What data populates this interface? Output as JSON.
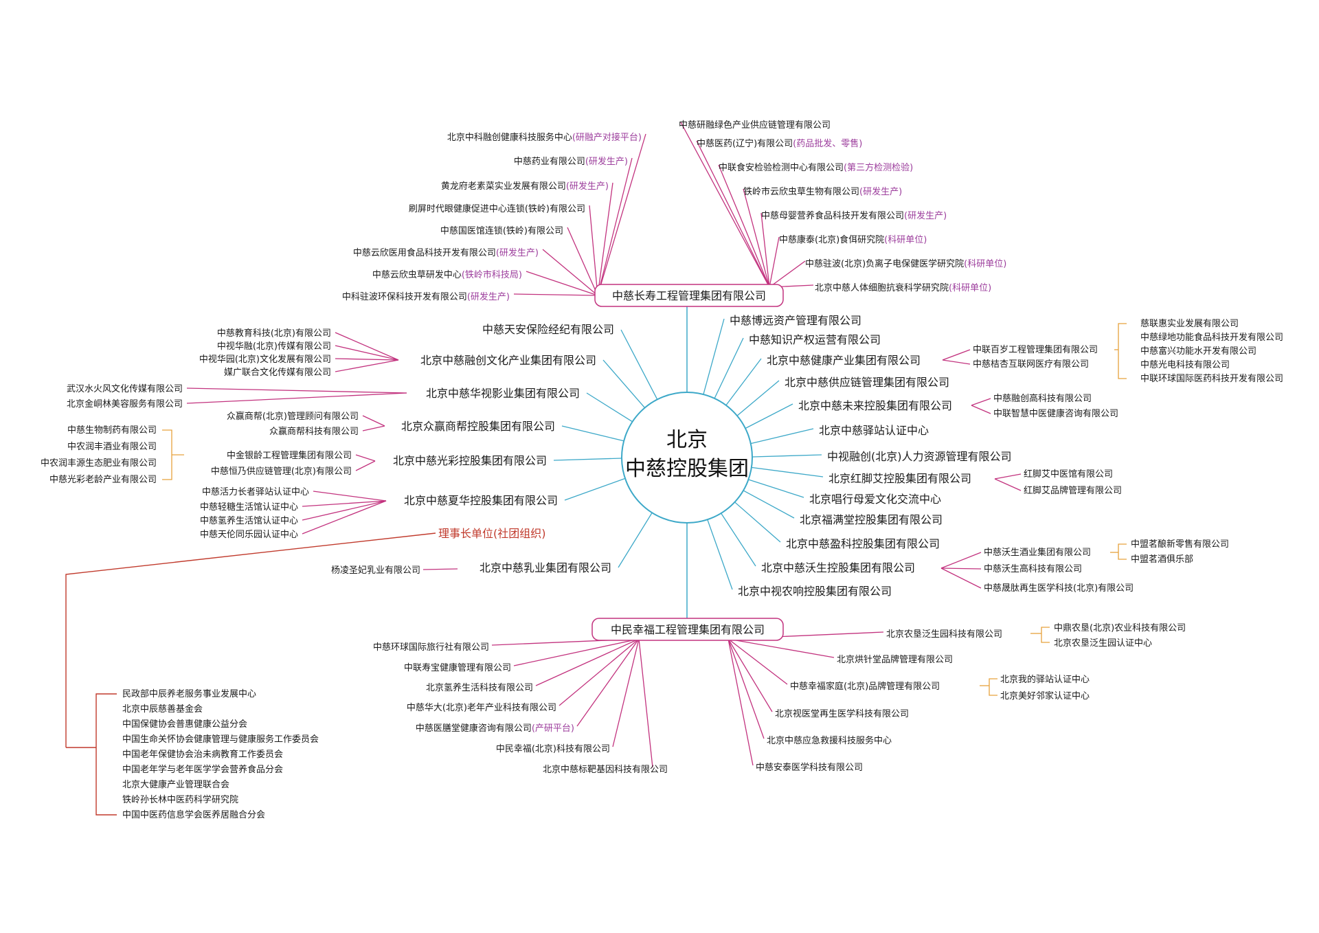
{
  "colors": {
    "blue": "#3ca8c8",
    "magenta": "#c2327e",
    "orange": "#e6a23c",
    "red": "#c0392b",
    "tag": "#9c3d9c",
    "hub_border": "#c2327e"
  },
  "center": {
    "line1": "北京",
    "line2": "中慈控股集团"
  },
  "hubs": {
    "top": "中慈长寿工程管理集团有限公司",
    "bottom": "中民幸福工程管理集团有限公司"
  },
  "top_left": [
    {
      "name": "北京中科融创健康科技服务中心",
      "tag": "(研融产对接平台)"
    },
    {
      "name": "中慈药业有限公司",
      "tag": "(研发生产)"
    },
    {
      "name": "黄龙府老素菜实业发展有限公司",
      "tag": "(研发生产)"
    },
    {
      "name": "刷屏时代眼健康促进中心连锁(铁岭)有限公司",
      "tag": ""
    },
    {
      "name": "中慈国医馆连锁(铁岭)有限公司",
      "tag": ""
    },
    {
      "name": "中慈云欣医用食品科技开发有限公司",
      "tag": "(研发生产)"
    },
    {
      "name": "中慈云欣虫草研发中心",
      "tag": "(铁岭市科技局)"
    },
    {
      "name": "中科驻波环保科技开发有限公司",
      "tag": "(研发生产)"
    }
  ],
  "top_right": [
    {
      "name": "中慈研融绿色产业供应链管理有限公司",
      "tag": ""
    },
    {
      "name": "中慈医药(辽宁)有限公司",
      "tag": "(药品批发、零售)"
    },
    {
      "name": "中联食安检验检测中心有限公司",
      "tag": "(第三方检测检验)"
    },
    {
      "name": "铁岭市云欣虫草生物有限公司",
      "tag": "(研发生产)"
    },
    {
      "name": "中慈母婴营养食品科技开发有限公司",
      "tag": "(研发生产)"
    },
    {
      "name": "中慈康泰(北京)食佴研究院",
      "tag": "(科研单位)"
    },
    {
      "name": "中慈驻波(北京)负离子电保健医学研究院",
      "tag": "(科研单位)"
    },
    {
      "name": "北京中慈人体细胞抗衰科学研究院",
      "tag": "(科研单位)"
    }
  ],
  "left_branches": [
    {
      "name": "中慈天安保险经纪有限公司",
      "children": []
    },
    {
      "name": "北京中慈融创文化产业集团有限公司",
      "children": [
        "中慈教育科技(北京)有限公司",
        "中视华融(北京)传媒有限公司",
        "中视华园(北京)文化发展有限公司",
        "媒广联合文化传媒有限公司"
      ]
    },
    {
      "name": "北京中慈华视影业集团有限公司",
      "children": [
        "武汉水火风文化传媒有限公司",
        "北京金峒林美容服务有限公司"
      ]
    },
    {
      "name": "北京众赢商帮控股集团有限公司",
      "children": [
        "众赢商帮(北京)管理顾问有限公司",
        "众赢商帮科技有限公司"
      ]
    },
    {
      "name": "北京中慈光彩控股集团有限公司",
      "children": [
        "中金银龄工程管理集团有限公司",
        "中慈恒乃供应链管理(北京)有限公司"
      ],
      "grandchildren": [
        "中慈生物制药有限公司",
        "中农润丰酒业有限公司",
        "中农润丰源生态肥业有限公司",
        "中慈光彩老龄产业有限公司"
      ]
    },
    {
      "name": "北京中慈夏华控股集团有限公司",
      "children": [
        "中慈活力长者驿站认证中心",
        "中慈轻糖生活馆认证中心",
        "中慈氢养生活馆认证中心",
        "中慈天伦同乐园认证中心"
      ]
    },
    {
      "name": "北京中慈乳业集团有限公司",
      "children": [
        "杨凌圣妃乳业有限公司"
      ]
    }
  ],
  "red_label": "理事长单位(社团组织)",
  "red_list": [
    "民政部中辰养老服务事业发展中心",
    "北京中辰慈善基金会",
    "中国保健协会普惠健康公益分会",
    "中国生命关怀协会健康管理与健康服务工作委员会",
    "中国老年保健协会治未病教育工作委员会",
    "中国老年学与老年医学学会营养食品分会",
    "北京大健康产业管理联合会",
    "铁岭孙长林中医药科学研究院",
    "中国中医药信息学会医养居融合分会"
  ],
  "right_branches": [
    {
      "name": "中慈博远资产管理有限公司"
    },
    {
      "name": "中慈知识产权运营有限公司"
    },
    {
      "name": "北京中慈健康产业集团有限公司"
    },
    {
      "name": "北京中慈供应链管理集团有限公司"
    },
    {
      "name": "北京中慈未来控股集团有限公司"
    },
    {
      "name": "北京中慈驿站认证中心"
    },
    {
      "name": "中视融创(北京)人力资源管理有限公司"
    },
    {
      "name": "北京红脚艾控股集团有限公司"
    },
    {
      "name": "北京唱行母爱文化交流中心"
    },
    {
      "name": "北京福满堂控股集团有限公司"
    },
    {
      "name": "北京中慈盈科控股集团有限公司"
    },
    {
      "name": "北京中慈沃生控股集团有限公司"
    },
    {
      "name": "北京中视农响控股集团有限公司"
    }
  ],
  "right_children": {
    "health": [
      "中联百岁工程管理集团有限公司",
      "中慈桔杏互联网医疗有限公司"
    ],
    "health_sub": [
      "慈联惠实业发展有限公司",
      "中慈绿地功能食品科技开发有限公司",
      "中慈富兴功能水开发有限公司",
      "中慈光电科技有限公司",
      "中联环球国际医药科技开发有限公司"
    ],
    "future": [
      "中慈融创高科技有限公司",
      "中联智慧中医健康咨询有限公司"
    ],
    "hongjiao": [
      "红脚艾中医馆有限公司",
      "红脚艾品牌管理有限公司"
    ],
    "wosheng": [
      "中慈沃生酒业集团有限公司",
      "中慈沃生高科技有限公司",
      "中慈晟肽再生医学科技(北京)有限公司"
    ],
    "wosheng_sub": [
      "中盟茗酿新零售有限公司",
      "中盟茗酒俱乐部"
    ]
  },
  "bottom_left": [
    {
      "name": "中慈环球国际旅行社有限公司",
      "tag": ""
    },
    {
      "name": "中联寿宝健康管理有限公司",
      "tag": ""
    },
    {
      "name": "北京氢养生活科技有限公司",
      "tag": ""
    },
    {
      "name": "中慈华大(北京)老年产业科技有限公司",
      "tag": ""
    },
    {
      "name": "中慈医膳堂健康咨询有限公司",
      "tag": "(产研平台)"
    },
    {
      "name": "中民幸福(北京)科技有限公司",
      "tag": ""
    },
    {
      "name": "北京中慈标靶基因科技有限公司",
      "tag": ""
    }
  ],
  "bottom_right": [
    {
      "name": "北京农垦泛生园科技有限公司"
    },
    {
      "name": "北京烘针堂品牌管理有限公司"
    },
    {
      "name": "中慈幸福家庭(北京)品牌管理有限公司"
    },
    {
      "name": "北京视医堂再生医学科技有限公司"
    },
    {
      "name": "北京中慈应急救援科技服务中心"
    },
    {
      "name": "中慈安泰医学科技有限公司"
    }
  ],
  "bottom_right_children": {
    "nongken": [
      "中鼎农垦(北京)农业科技有限公司",
      "北京农垦泛生园认证中心"
    ],
    "family": [
      "北京我的驿站认证中心",
      "北京美好邻家认证中心"
    ]
  }
}
